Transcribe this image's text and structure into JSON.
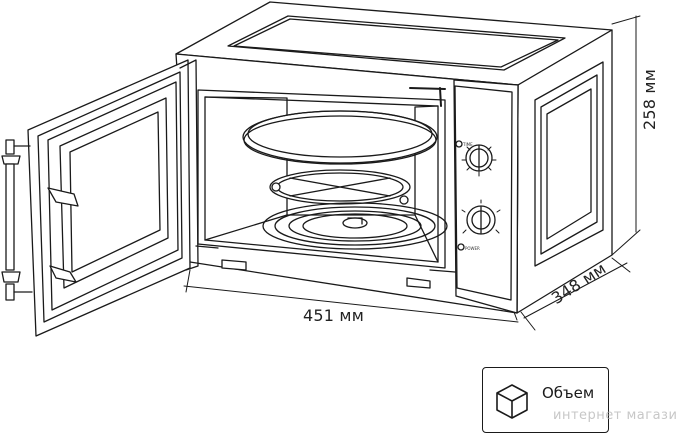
{
  "dimensions": {
    "width": "451 мм",
    "height": "258 мм",
    "depth": "348 мм"
  },
  "badge": {
    "label": "Объем",
    "icon": "cube-icon"
  },
  "controls": {
    "timer_label": "TIME",
    "power_label": "POWER"
  },
  "watermark": "интернет магази",
  "colors": {
    "line": "#1a1a1a",
    "background": "#ffffff",
    "watermark": "#b4b4b4"
  }
}
